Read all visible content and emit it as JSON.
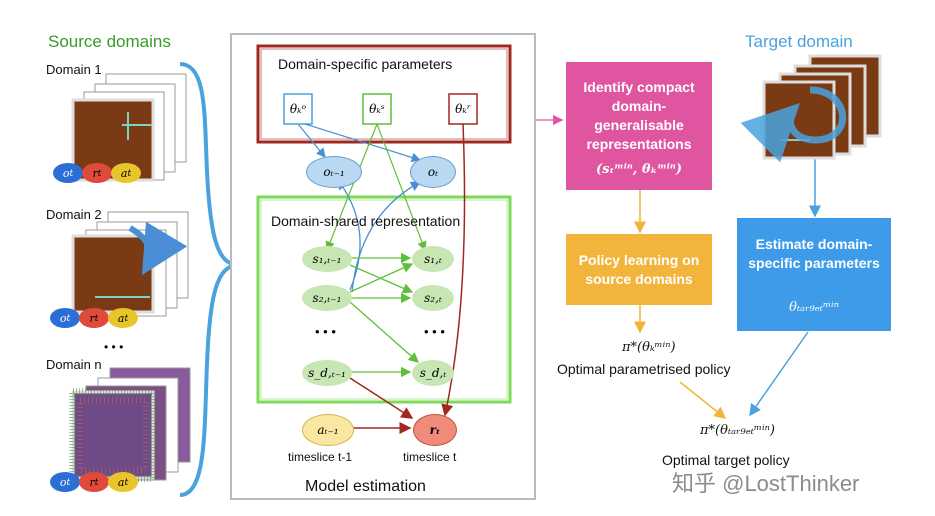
{
  "source": {
    "title": "Source domains",
    "domain1": "Domain 1",
    "domain2": "Domain 2",
    "domain_n": "Domain n",
    "ellipsis": "• • •",
    "obs_symbols": [
      "o",
      "r",
      "a"
    ],
    "obs_colors": [
      "#2b6fd6",
      "#e04a3a",
      "#e8c52a"
    ]
  },
  "model": {
    "caption": "Model estimation",
    "specific_title": "Domain-specific parameters",
    "shared_title": "Domain-shared representation",
    "params": [
      "θₖᵒ",
      "θₖˢ",
      "θₖʳ"
    ],
    "obs_nodes": [
      "oₜ₋₁",
      "oₜ"
    ],
    "state_left": [
      "s₁,ₜ₋₁",
      "s₂,ₜ₋₁",
      "s_d,ₜ₋₁"
    ],
    "state_right": [
      "s₁,ₜ",
      "s₂,ₜ",
      "s_d,ₜ"
    ],
    "dots": "• • •",
    "action_node": "aₜ₋₁",
    "reward_node": "rₜ",
    "timeslice_left": "timeslice t-1",
    "timeslice_right": "timeslice t"
  },
  "pipeline": {
    "identify": "Identify compact domain-generalisable representations",
    "identify_formula": "(sₜᵐⁱⁿ, θₖᵐⁱⁿ)",
    "policy_learning": "Policy learning on source domains",
    "estimate": "Estimate domain-specific parameters",
    "estimate_formula": "θₜₐᵣ₉ₑₜᵐⁱⁿ",
    "optimal_param_formula": "π*(θₖᵐⁱⁿ)",
    "optimal_param_label": "Optimal parametrised policy",
    "optimal_target_formula": "π*(θₜₐᵣ₉ₑₜᵐⁱⁿ)",
    "optimal_target_label": "Optimal target policy"
  },
  "target": {
    "title": "Target domain"
  },
  "watermark": "知乎 @LostThinker",
  "colors": {
    "green": "#3a9a2a",
    "blue": "#4aa3df",
    "pink": "#e0559f",
    "orange": "#f2b43a",
    "dark_red": "#a0281e",
    "bright_green": "#7ed957",
    "brown": "#7a3a14"
  }
}
